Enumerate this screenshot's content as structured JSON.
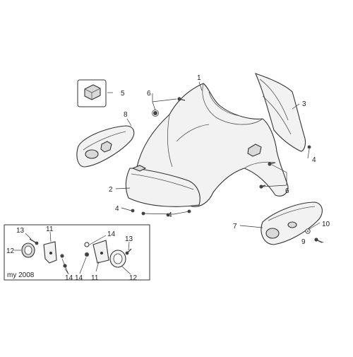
{
  "callouts": {
    "c1": "1",
    "c2": "2",
    "c3": "3",
    "c4a": "4",
    "c4b": "4",
    "c4c": "4",
    "c5": "5",
    "c6a": "6",
    "c6b": "6",
    "c7": "7",
    "c8": "8",
    "c9": "9",
    "c10": "10",
    "c11a": "11",
    "c11b": "11",
    "c12a": "12",
    "c12b": "12",
    "c13a": "13",
    "c13b": "13",
    "c14a": "14",
    "c14b": "14",
    "c14c": "14"
  },
  "inset": {
    "label": "my 2008"
  }
}
